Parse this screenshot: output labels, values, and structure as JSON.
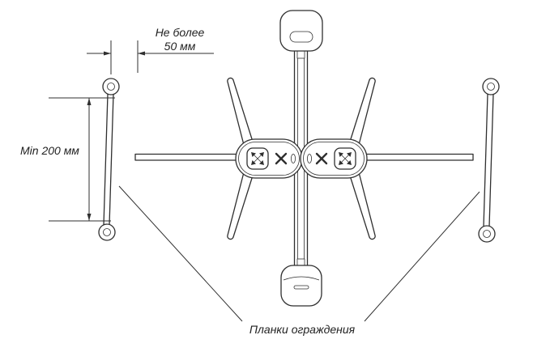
{
  "diagram": {
    "labels": {
      "clearance_line1": "Не более",
      "clearance_line2": "50 мм",
      "min_distance": "Min 200 мм",
      "guard_rails": "Планки ограждения"
    },
    "icons": {
      "hub_left": [
        "four-way-arrows-icon",
        "cross-icon"
      ],
      "hub_right": [
        "cross-icon",
        "four-way-arrows-icon"
      ]
    },
    "colors": {
      "line": "#2f2f2f",
      "background": "#ffffff"
    }
  }
}
